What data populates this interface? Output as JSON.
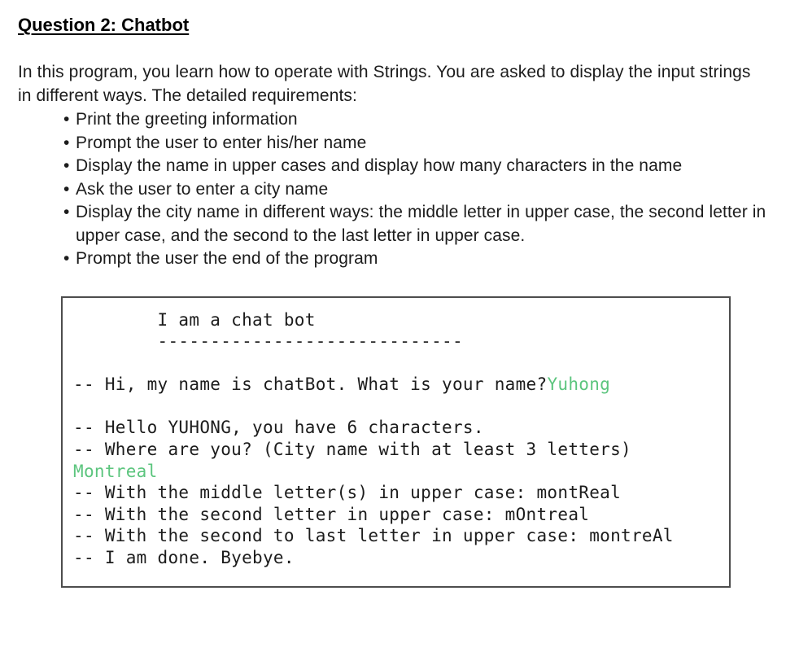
{
  "page": {
    "title": "Question 2: Chatbot",
    "intro": "In this program, you learn how to operate with Strings. You are asked to display the input strings in different ways. The detailed requirements:"
  },
  "requirements": {
    "items": [
      "Print the greeting information",
      "Prompt the user to enter his/her name",
      "Display the name in upper cases and display how many characters in the name",
      "Ask the user to enter a city name",
      "Display the city name in different ways: the middle letter in upper case, the second letter in upper case, and the second to the last letter in upper case.",
      "Prompt the user the end of the program"
    ]
  },
  "console": {
    "colors": {
      "output": "#1c1c1c",
      "input": "#5cc57e",
      "border": "#4d4d4d"
    },
    "lines": [
      [
        {
          "t": "        I am a chat bot",
          "c": "output"
        }
      ],
      [
        {
          "t": "        -----------------------------",
          "c": "output"
        }
      ],
      [],
      [
        {
          "t": "-- Hi, my name is chatBot. What is your name?",
          "c": "output"
        },
        {
          "t": "Yuhong",
          "c": "input"
        }
      ],
      [],
      [
        {
          "t": "-- Hello YUHONG, you have 6 characters.",
          "c": "output"
        }
      ],
      [
        {
          "t": "-- Where are you? (City name with at least 3 letters)",
          "c": "output"
        }
      ],
      [
        {
          "t": "Montreal",
          "c": "input"
        }
      ],
      [
        {
          "t": "-- With the middle letter(s) in upper case: montReal",
          "c": "output"
        }
      ],
      [
        {
          "t": "-- With the second letter in upper case: mOntreal",
          "c": "output"
        }
      ],
      [
        {
          "t": "-- With the second to last letter in upper case: montreAl",
          "c": "output"
        }
      ],
      [
        {
          "t": "-- I am done. Byebye.",
          "c": "output"
        }
      ]
    ]
  }
}
